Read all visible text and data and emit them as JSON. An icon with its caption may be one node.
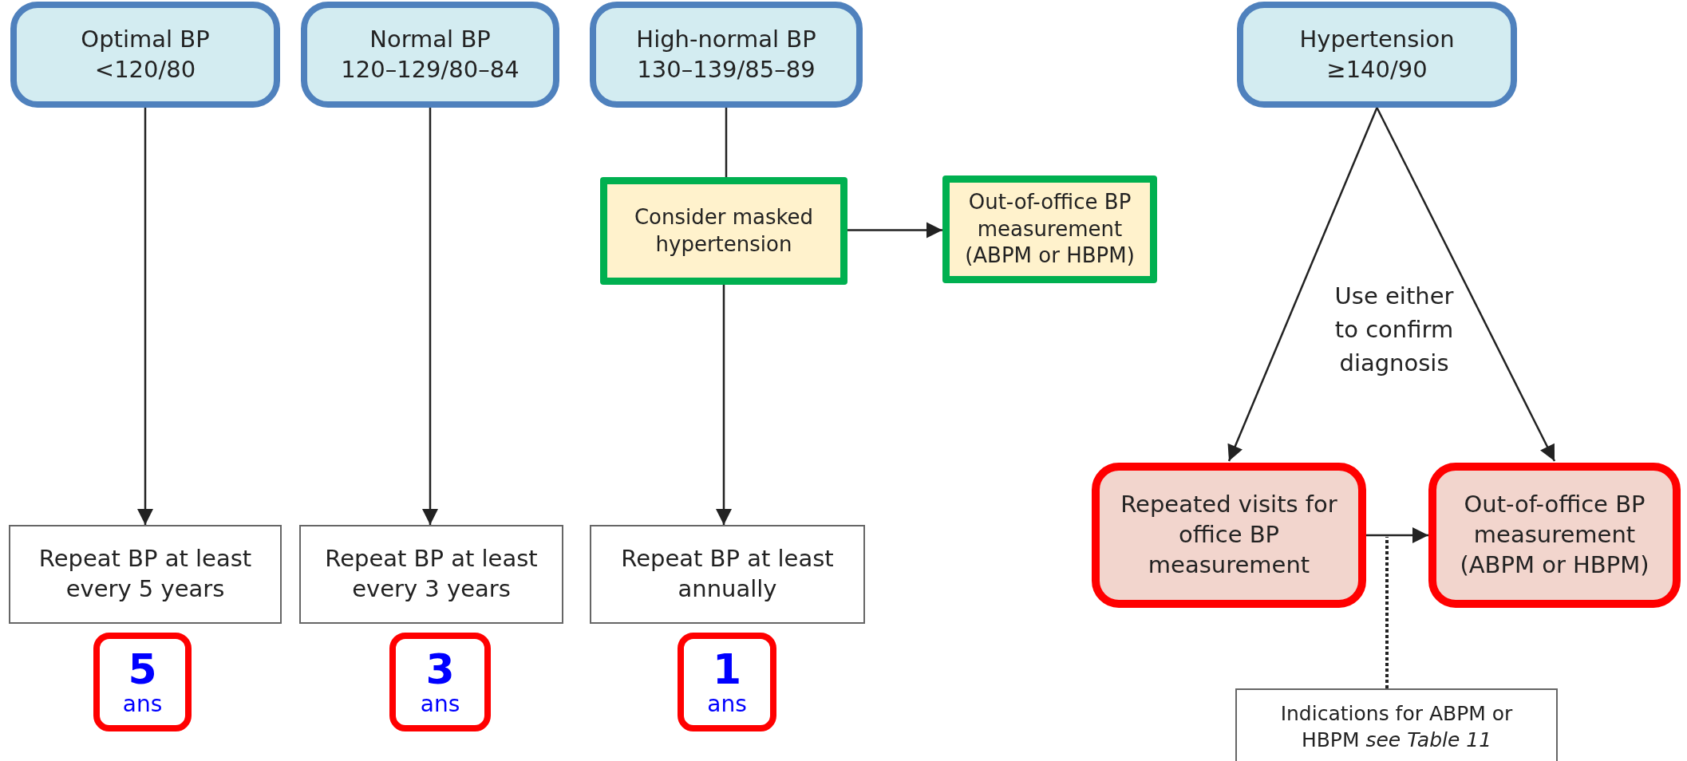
{
  "diagram": {
    "nodes": [
      {
        "text": [
          "Optimal BP",
          "<120/80"
        ]
      },
      {
        "text": [
          "Normal BP",
          "120–129/80–84"
        ]
      },
      {
        "text": [
          "High-normal BP",
          "130–139/85–89"
        ]
      },
      {
        "text": [
          "Hypertension",
          "≥140/90"
        ]
      },
      {
        "text": [
          "Consider masked hypertension"
        ]
      },
      {
        "text": [
          "Out-of-office BP measurement (ABPM or HBPM)"
        ]
      },
      {
        "text": [
          "Repeat BP at least every 5 years"
        ]
      },
      {
        "text": [
          "Repeat BP at least every 3 years"
        ]
      },
      {
        "text": [
          "Repeat BP at least annually"
        ]
      },
      {
        "text": [
          "Repeated visits for office BP measurement"
        ]
      },
      {
        "text": [
          "Out-of-office BP measurement (ABPM or HBPM)"
        ]
      },
      {
        "text": [
          "5",
          "ans"
        ]
      },
      {
        "text": [
          "3",
          "ans"
        ]
      },
      {
        "text": [
          "1",
          "ans"
        ]
      },
      {
        "text": [
          "Indications for ABPM or HBPM *see Table 11*"
        ]
      }
    ],
    "edges": [
      {
        "from": 0,
        "to": 6,
        "arrow": "to"
      },
      {
        "from": 1,
        "to": 7,
        "arrow": "to"
      },
      {
        "from": 2,
        "to": 4,
        "arrow": "none"
      },
      {
        "from": 4,
        "to": 8,
        "arrow": "to"
      },
      {
        "from": 4,
        "to": 5,
        "arrow": "to"
      },
      {
        "from": 3,
        "to": 9,
        "arrow": "to"
      },
      {
        "from": 3,
        "to": 10,
        "arrow": "to"
      },
      {
        "from": 9,
        "to": 10,
        "arrow": "to"
      },
      {
        "from": 14,
        "to": null,
        "arrow": "none",
        "style": "dashed"
      }
    ],
    "labels": [
      "Use either to confirm diagnosis"
    ]
  }
}
